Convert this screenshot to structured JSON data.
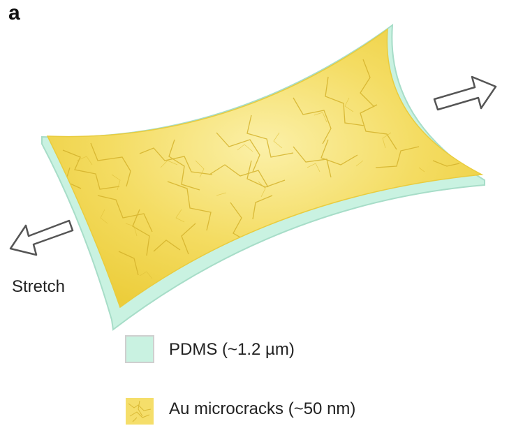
{
  "panel": {
    "label": "a"
  },
  "stretch": {
    "label": "Stretch"
  },
  "legend": [
    {
      "label": "PDMS (~1.2 µm)",
      "color": "#c9f2e1",
      "border": "#d2d2d2"
    },
    {
      "label": "Au microcracks (~50 nm)",
      "color": "#f5de6a"
    }
  ],
  "colors": {
    "pdms": "#c9f2e1",
    "pdms_edge": "#9ed9c2",
    "gold": "#f2d54a",
    "gold_light": "#fbeea0",
    "crack": "#d6b52a",
    "arrow_stroke": "#555555"
  }
}
